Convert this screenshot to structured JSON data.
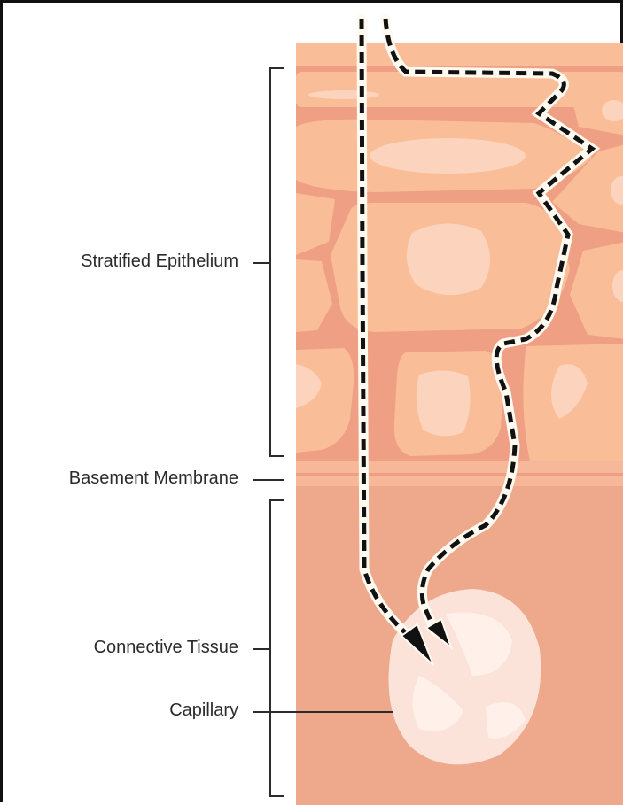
{
  "labels": {
    "stratified_epithelium": "Stratified Epithelium",
    "basement_membrane": "Basement Membrane",
    "connective_tissue": "Connective Tissue",
    "capillary": "Capillary"
  },
  "colors": {
    "epithelium_cell": "#f9bd98",
    "epithelium_gap": "#ee9f84",
    "nucleus": "#fcd3bd",
    "basement_membrane": "#f6b898",
    "connective_tissue": "#eea88c",
    "capillary": "#fbe3d9",
    "capillary_highlight": "#fff1ea",
    "path_line": "#111111",
    "path_glow": "#fffaf0",
    "frame": "#111111",
    "text": "#2b2b2b"
  },
  "icons": {
    "path_end": "arrowhead-icon"
  }
}
